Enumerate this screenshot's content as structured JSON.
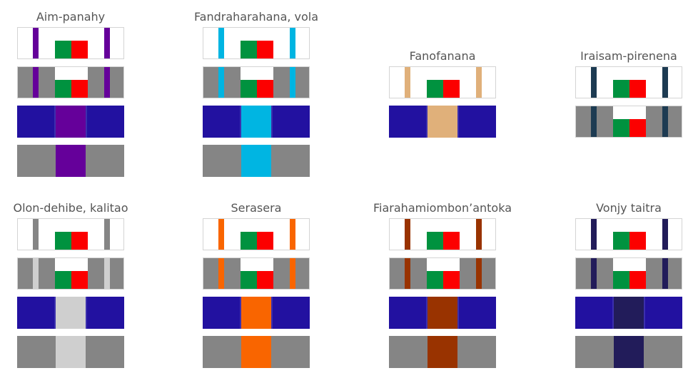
{
  "colors": {
    "white": "#ffffff",
    "gray": "#858585",
    "navy": "#2211a0",
    "green": "#00923f",
    "red": "#fc0000",
    "white_flag": "#ffffff"
  },
  "groups": [
    {
      "title": "Aim-panahy",
      "accent": "#65009a",
      "variant": "full"
    },
    {
      "title": "Fandraharahana, vola",
      "accent": "#00b5e2",
      "variant": "full"
    },
    {
      "title": "Fanofanana",
      "accent": "#e0b07a",
      "variant": "two"
    },
    {
      "title": "Iraisam-pirenena",
      "accent": "#1d3b52",
      "variant": "two-alt"
    },
    {
      "title": "Olon-dehibe, kalitao",
      "accent": "#cfcfcf",
      "variant": "gray-stripe"
    },
    {
      "title": "Serasera",
      "accent": "#f96500",
      "variant": "full"
    },
    {
      "title": "Fiarahamiombon’antoka",
      "accent": "#993300",
      "variant": "full"
    },
    {
      "title": "Vonjy taitra",
      "accent": "#221c5a",
      "variant": "full"
    }
  ]
}
